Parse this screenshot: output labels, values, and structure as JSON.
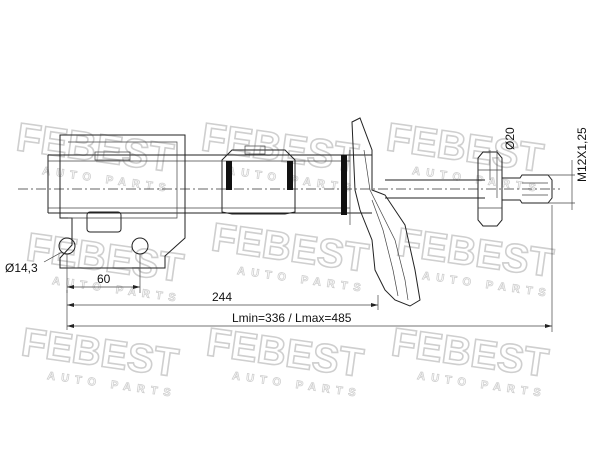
{
  "watermark": {
    "brand": "FEBEST",
    "tagline": "AUTO PARTS",
    "color": "#c8c8c8"
  },
  "dimensions": {
    "hole_diameter": "Ø14,3",
    "hole_spacing": "60",
    "bracket_to_seat": "244",
    "length_range": "Lmin=336 / Lmax=485",
    "rod_diameter": "Ø20",
    "thread": "M12X1,25"
  },
  "colors": {
    "line": "#222222",
    "background": "#ffffff"
  }
}
